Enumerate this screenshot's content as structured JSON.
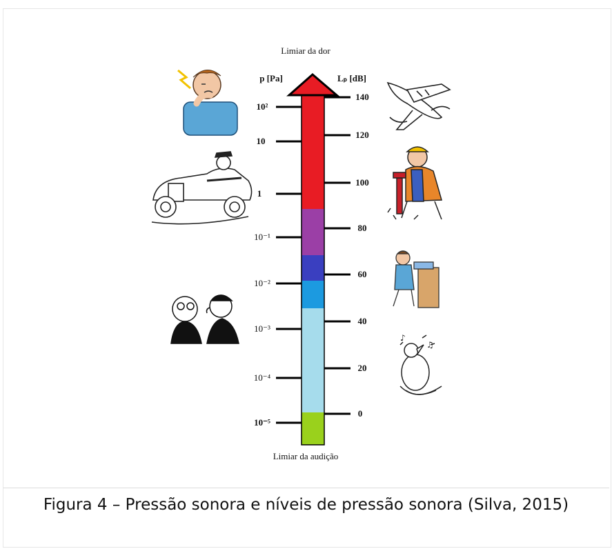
{
  "figure": {
    "top_label": "Limiar da dor",
    "bottom_label": "Limiar da audição",
    "left_axis_title": "p [Pa]",
    "right_axis_title": "Lₚ [dB]",
    "caption": "Figura 4 – Pressão sonora e níveis de pressão sonora (Silva, 2015)"
  },
  "left_ticks": [
    "10²",
    "10",
    "1",
    "10⁻¹",
    "10⁻²",
    "10⁻³",
    "10⁻⁴",
    "10⁻⁵"
  ],
  "right_ticks": [
    "140",
    "120",
    "100",
    "80",
    "60",
    "40",
    "20",
    "0"
  ],
  "bar_segments": [
    {
      "color": "#e81c24"
    },
    {
      "color": "#9b3fa6"
    },
    {
      "color": "#3a3fc0"
    },
    {
      "color": "#1c9ae0"
    },
    {
      "color": "#a6dcec"
    },
    {
      "color": "#9ad11c"
    }
  ],
  "illustrations": [
    {
      "name": "person-in-pain-icon"
    },
    {
      "name": "airplane-icon"
    },
    {
      "name": "old-car-icon"
    },
    {
      "name": "jackhammer-worker-icon"
    },
    {
      "name": "office-worker-icon"
    },
    {
      "name": "whispering-people-icon"
    },
    {
      "name": "singing-bird-icon"
    }
  ]
}
